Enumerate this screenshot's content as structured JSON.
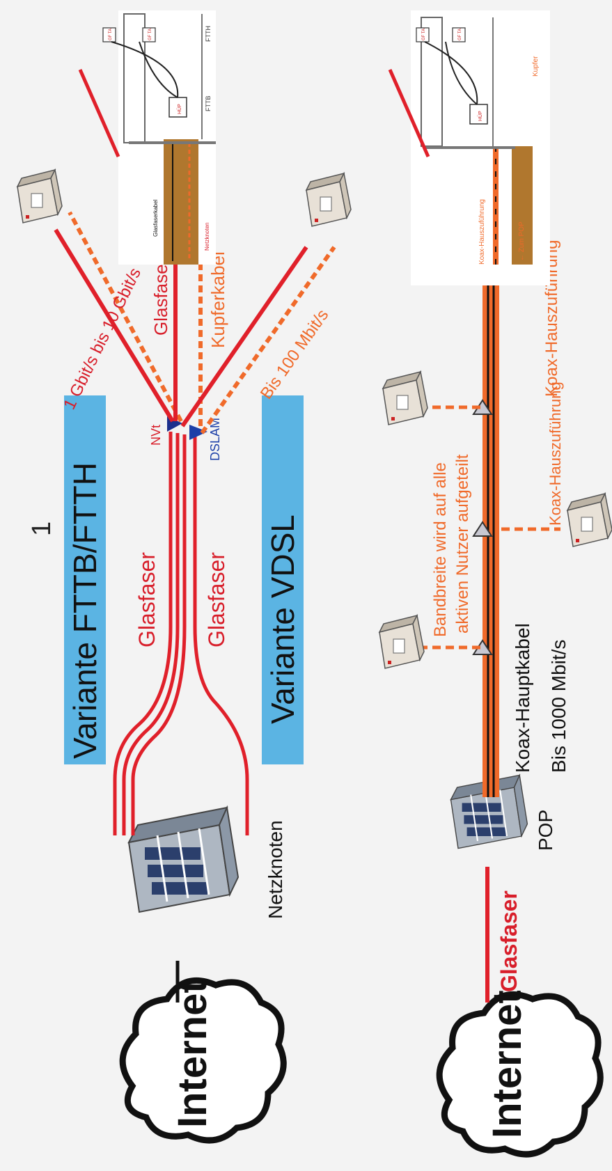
{
  "page_number": "1",
  "top_section": {
    "variant_fttb_ftth": "Variante FTTB/FTTH",
    "variant_vdsl": "Variante VDSL",
    "netzknoten_label": "Netzknoten",
    "glasfaser_upper": "Glasfaser",
    "glasfaser_lower": "Glasfaser",
    "nvt_label": "NVt",
    "dslam_label": "DSLAM",
    "speed_fiber": "1 Gbit/s bis 10 Gbit/s",
    "glasfaser_branch": "Glasfaser",
    "kupferkabel_label": "Kupferkabel",
    "speed_vdsl": "Bis 100 Mbit/s",
    "inset": {
      "glasfaserkabel": "Glasfaserkabel",
      "netzknoten": "Netzknoten",
      "fttb": "FTTB",
      "ftth": "FTTH",
      "hup": "HÜP",
      "ta_1": "GF TA",
      "ta_2": "GF TA"
    }
  },
  "bottom_section": {
    "glasfaser_label": "Glasfaser",
    "pop_label": "POP",
    "koax_hauptkabel": "Koax-Hauptkabel",
    "bis_1000": "Bis 1000 Mbit/s",
    "bandbreite_line1": "Bandbreite wird auf alle",
    "bandbreite_line2": "aktiven Nutzer aufgeteilt",
    "koax_hauszufuehrung_1": "Koax-Hauszuführung",
    "koax_hauszufuehrung_2": "Koax-Hauszuführung",
    "inset": {
      "koax_hauszufuehrung": "Koax-Hauszuführung",
      "zum_pop": "← Zum POP",
      "kupfer": "Kupfer",
      "hup": "HÜP",
      "ta_1": "GF TA",
      "ta_2": "GF TA"
    }
  },
  "internet_label_1": "Internet",
  "internet_label_2": "Internet",
  "colors": {
    "fiber_red": "#e0202a",
    "copper_orange": "#f06a2a",
    "banner_blue": "#5bb4e3",
    "inset_brown": "#b0772e",
    "coax_black": "#111111"
  }
}
